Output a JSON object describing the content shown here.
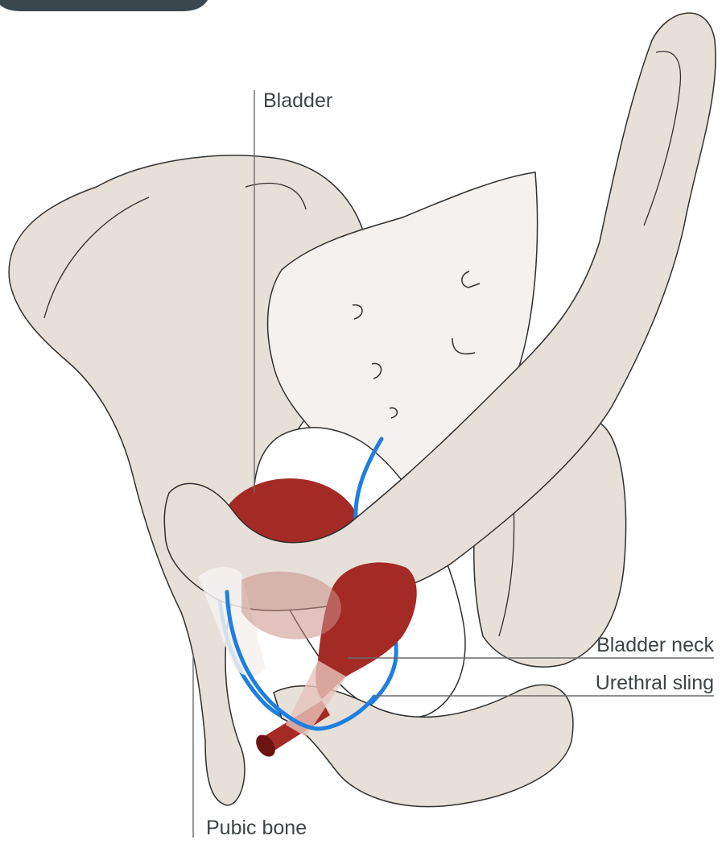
{
  "labels": {
    "bladder": "Bladder",
    "bladder_neck": "Bladder neck",
    "urethral_sling": "Urethral sling",
    "pubic_bone": "Pubic bone"
  },
  "colors": {
    "bone": "#e7e0d9",
    "bone_outline": "#2f2f2f",
    "sacrum": "#f4f1ee",
    "bladder": "#a42a26",
    "sling": "#1e7fe0",
    "leader_line": "#6b6b6b",
    "header_tab": "#3b474f"
  },
  "icons": {
    "header_tab": "dark-rounded-tab"
  }
}
